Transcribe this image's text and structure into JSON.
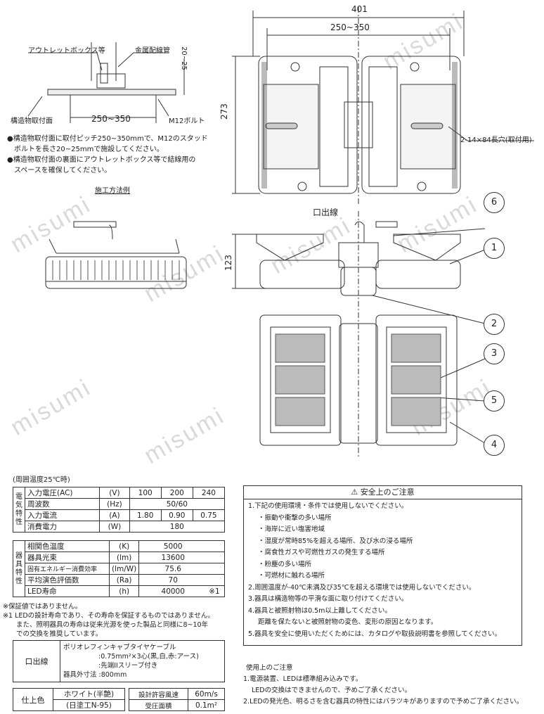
{
  "drawing": {
    "top_dims": {
      "overall": "401",
      "pitch": "250~350",
      "height": "273"
    },
    "slot_label": "2-14×84長穴(取付用)",
    "side_dim": "123",
    "outlet_label": "口出線",
    "part_numbers": [
      "6",
      "1",
      "2",
      "3",
      "5",
      "4"
    ]
  },
  "install": {
    "outlet_box": "アウトレットボックス等",
    "conduit": "金属配線管",
    "dim_vertical": "20~25",
    "mount_face": "構造物取付面",
    "pitch": "250~350",
    "bolt": "M12ボルト",
    "notes": [
      "●構造物取付面に取付ピッチ250~350mmで、M12のスタッド",
      "　ボルトを長さ20~25mmで施設してください。",
      "●構造物取付面の裏面にアウトレットボックス等で結線用の",
      "　スペースを確保してください。"
    ],
    "caption": "施工方法例"
  },
  "spec": {
    "ambient": "(周囲温度25℃時)",
    "electrical_group": "電気特性",
    "electrical_rows": [
      {
        "label": "入力電圧(AC)",
        "unit": "(V)",
        "values": [
          "100",
          "200",
          "240"
        ]
      },
      {
        "label": "周波数",
        "unit": "(Hz)",
        "values": [
          "50/60"
        ]
      },
      {
        "label": "入力電流",
        "unit": "(A)",
        "values": [
          "1.80",
          "0.90",
          "0.75"
        ]
      },
      {
        "label": "消費電力",
        "unit": "(W)",
        "values": [
          "180"
        ]
      }
    ],
    "fixture_group": "器具特性",
    "fixture_rows": [
      {
        "label": "相関色温度",
        "unit": "(K)",
        "value": "5000",
        "mark": ""
      },
      {
        "label": "器具光束",
        "unit": "(lm)",
        "value": "13600",
        "mark": ""
      },
      {
        "label": "固有エネルギー消費効率",
        "unit": "(lm/W)",
        "value": "75.6",
        "mark": ""
      },
      {
        "label": "平均演色評価数",
        "unit": "(Ra)",
        "value": "70",
        "mark": ""
      },
      {
        "label": "LED寿命",
        "unit": "(h)",
        "value": "40000",
        "mark": "※1"
      }
    ],
    "footnotes": [
      "※保証値ではありません。",
      "※1 LEDの設計寿命であり、その寿命を保証するものではありません。",
      "　　また、照明器具の寿命は従来光源を使った製品と同様に8~10年",
      "　　での交換を推奨しています。"
    ]
  },
  "cable": {
    "label": "口出線",
    "lines": [
      "ポリオレフィンキャブタイヤケーブル",
      ":0.75mm²×3心(黒,白,赤:アース)",
      ":先端IIスリーブ付き",
      "器具外寸法 :800mm"
    ]
  },
  "finish": {
    "label": "仕上色",
    "color": "ホワイト(半艶)",
    "color_code": "(日塗工N-95)",
    "wind_label": "設計許容風速",
    "wind_value": "60m/s",
    "area_label": "受圧面積",
    "area_value": "0.1m²"
  },
  "safety": {
    "title": "安全上のご注意",
    "lines": [
      "1.下記の使用環境・条件では使用しないでください。",
      "・振動や衝撃の多い場所",
      "・海岸に近い塩害地域",
      "・湿度が常時85%を超える場所、及び水の浸る場所",
      "・腐食性ガスや可燃性ガスの発生する場所",
      "・粉塵の多い場所",
      "・可燃材に触れる場所",
      "2.周囲温度が-40℃未満及び35℃を超える環境では使用しないでください。",
      "3.器具は構造物等の平滑な面に取り付けてください。",
      "4.器具と被照射物は0.5m以上離してください。",
      "距離を保たないと被照射物の変色、変形の原因となります。",
      "5.器具を安全に使用いただくためには、カタログや取扱説明書を参照してください。"
    ]
  },
  "usage": {
    "title": "使用上のご注意",
    "lines": [
      "1.電源装置、LEDは標準組み込みです。",
      "LEDの交換はできませんので、予めご了承ください。",
      "2.LEDの発光色、明るさを含む器具の特性にはバラツキがありますので予めご了承ください。"
    ]
  },
  "watermark": "misumi"
}
